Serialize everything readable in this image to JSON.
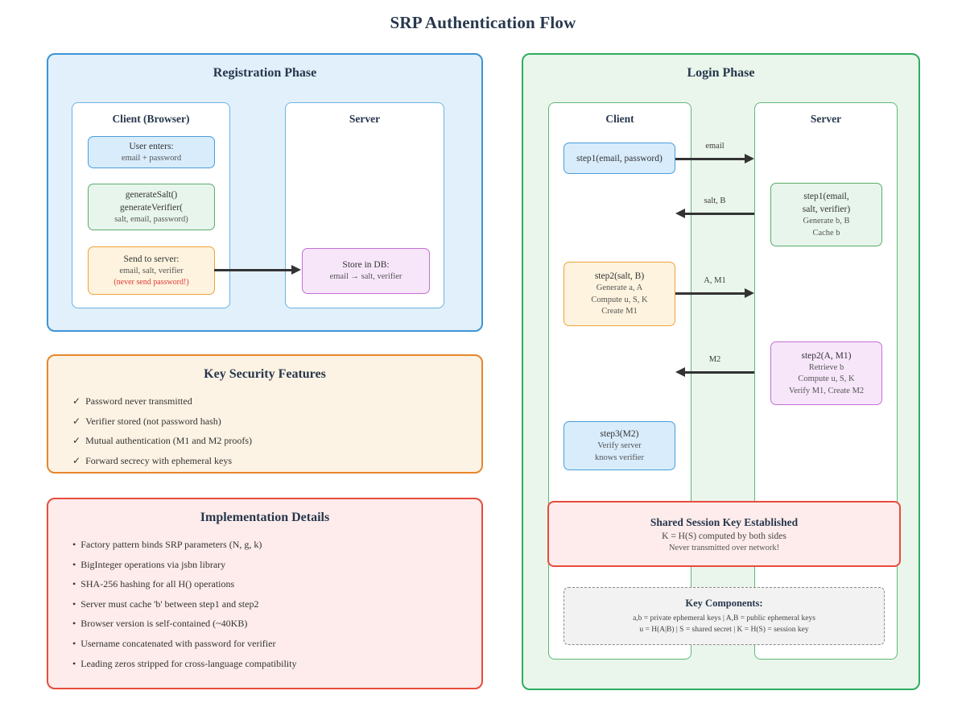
{
  "title": "SRP Authentication Flow",
  "registration": {
    "title": "Registration Phase",
    "client_title": "Client (Browser)",
    "server_title": "Server",
    "user_box": {
      "line1": "User enters:",
      "line2": "email + password"
    },
    "generate_box": {
      "line1": "generateSalt()",
      "line2": "generateVerifier(",
      "line3": "salt, email, password)"
    },
    "send_box": {
      "line1": "Send to server:",
      "line2": "email, salt, verifier",
      "warning": "(never send password!)"
    },
    "store_box": {
      "line1": "Store in DB:",
      "line2": "email → salt, verifier"
    }
  },
  "security": {
    "title": "Key Security Features",
    "check_glyph": "✓",
    "items": [
      "Password never transmitted",
      "Verifier stored (not password hash)",
      "Mutual authentication (M1 and M2 proofs)",
      "Forward secrecy with ephemeral keys"
    ]
  },
  "implementation": {
    "title": "Implementation Details",
    "bullet_glyph": "•",
    "items": [
      "Factory pattern binds SRP parameters (N, g, k)",
      "BigInteger operations via jsbn library",
      "SHA-256 hashing for all H() operations",
      "Server must cache 'b' between step1 and step2",
      "Browser version is self-contained (~40KB)",
      "Username concatenated with password for verifier",
      "Leading zeros stripped for cross-language compatibility"
    ]
  },
  "login": {
    "title": "Login Phase",
    "client_title": "Client",
    "server_title": "Server",
    "step1_client": {
      "line1": "step1(email, password)"
    },
    "step1_server": {
      "line1": "step1(email,",
      "line2": "salt, verifier)",
      "sub1": "Generate b, B",
      "sub2": "Cache b"
    },
    "step2_client": {
      "line1": "step2(salt, B)",
      "sub1": "Generate a, A",
      "sub2": "Compute u, S, K",
      "sub3": "Create M1"
    },
    "step2_server": {
      "line1": "step2(A, M1)",
      "sub1": "Retrieve b",
      "sub2": "Compute u, S, K",
      "sub3": "Verify M1, Create M2"
    },
    "step3_client": {
      "line1": "step3(M2)",
      "sub1": "Verify server",
      "sub2": "knows verifier"
    },
    "arrows": {
      "a1": "email",
      "a2": "salt, B",
      "a3": "A, M1",
      "a4": "M2"
    },
    "session_box": {
      "title": "Shared Session Key Established",
      "line1": "K = H(S) computed by both sides",
      "line2": "Never transmitted over network!"
    },
    "components_box": {
      "title": "Key Components:",
      "line1": "a,b = private ephemeral keys | A,B = public ephemeral keys",
      "line2": "u = H(A|B) | S = shared secret | K = H(S) = session key"
    }
  },
  "colors": {
    "heading_text": "#27374d",
    "body_text": "#333333",
    "muted_text": "#555555",
    "warning_text": "#e03c3c",
    "arrow": "#333333",
    "blue_panel_border": "#3d94d6",
    "blue_panel_bg": "#e1f0fa",
    "green_panel_border": "#2eae60",
    "green_panel_bg": "#eaf6eb",
    "orange_panel_border": "#e7862c",
    "orange_panel_bg": "#fdf3e4",
    "red_panel_border": "#e74c3c",
    "red_panel_bg": "#fdeceb",
    "blue_node_border": "#4a9eda",
    "blue_node_bg": "#d8ecfc",
    "green_node_border": "#5aac6a",
    "green_node_bg": "#e8f5ec",
    "orange_node_border": "#f0a23c",
    "orange_node_bg": "#fdf3de",
    "purple_node_border": "#c36fd6",
    "purple_node_bg": "#f7e6fa",
    "gray_box_border": "#8a8a8a",
    "gray_box_bg": "#f2f2f2"
  }
}
